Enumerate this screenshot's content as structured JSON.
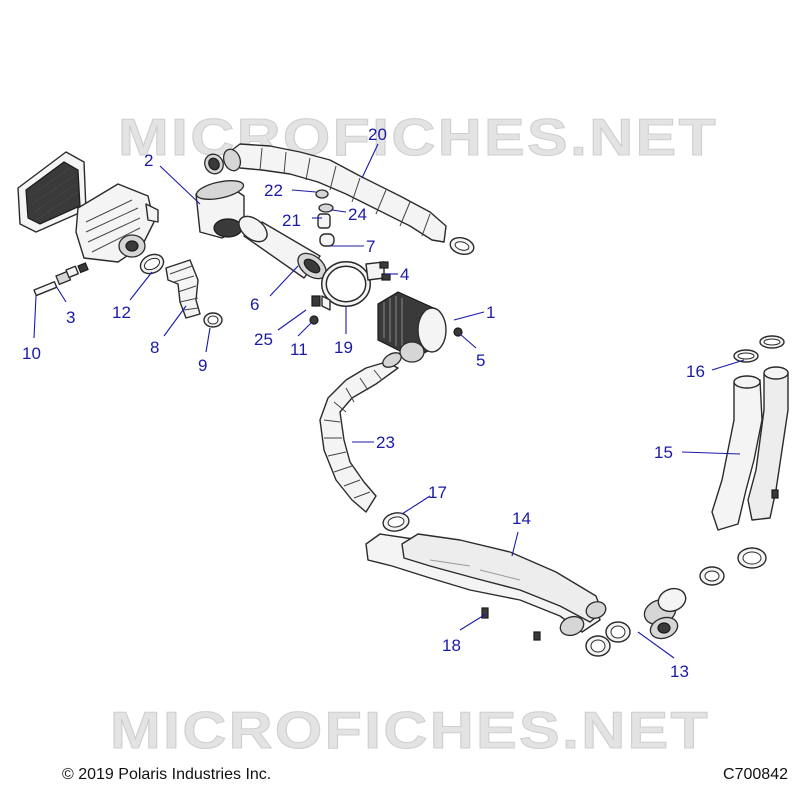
{
  "watermark": "MICROFICHES.NET",
  "footer": {
    "copyright": "© 2019 Polaris Industries Inc.",
    "diagram_code": "C700842"
  },
  "callouts": [
    "1",
    "2",
    "3",
    "4",
    "5",
    "6",
    "7",
    "8",
    "9",
    "10",
    "11",
    "12",
    "13",
    "14",
    "15",
    "16",
    "17",
    "18",
    "19",
    "20",
    "21",
    "22",
    "23",
    "24",
    "25"
  ],
  "colors": {
    "callout": "#1a1aa8",
    "line": "#2b2b2b",
    "watermark": "#e3e3e3"
  }
}
